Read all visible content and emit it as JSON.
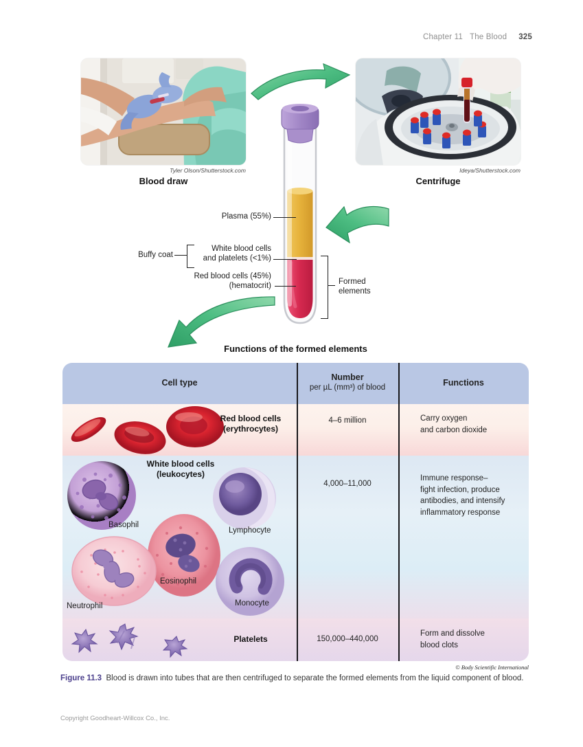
{
  "header": {
    "chapter": "Chapter 11",
    "section_title": "The Blood",
    "page_number": "325"
  },
  "photos": {
    "blood_draw": {
      "credit": "Tyler Olson/Shutterstock.com",
      "caption": "Blood draw"
    },
    "centrifuge": {
      "credit": "Ideya/Shutterstock.com",
      "caption": "Centrifuge"
    }
  },
  "tube": {
    "plasma_label": "Plasma (55%)",
    "buffy_coat_label": "Buffy coat",
    "buffy_detail": "White blood cells\nand platelets (<1%)",
    "rbc_label": "Red blood cells  (45%)\n(hematocrit)",
    "formed_elements_label": "Formed\nelements"
  },
  "table": {
    "title": "Functions of the formed elements",
    "col_cell_type": "Cell type",
    "col_number": "Number",
    "col_number_sub": "per µL (mm³) of blood",
    "col_functions": "Functions",
    "rows": [
      {
        "name": "Red blood cells\n(erythrocytes)",
        "number": "4–6 million",
        "functions": "Carry oxygen\nand carbon dioxide"
      },
      {
        "name": "White blood cells\n(leukocytes)",
        "number": "4,000–11,000",
        "functions": "Immune response–\nfight infection, produce\nantibodies, and intensify\ninflammatory response",
        "labels": {
          "basophil": "Basophil",
          "lymphocyte": "Lymphocyte",
          "eosinophil": "Eosinophil",
          "neutrophil": "Neutrophil",
          "monocyte": "Monocyte"
        }
      },
      {
        "name": "Platelets",
        "number": "150,000–440,000",
        "functions": "Form and dissolve\nblood clots"
      }
    ],
    "art_credit": "© Body Scientific International"
  },
  "figure_caption": {
    "label": "Figure 11.3",
    "text": "Blood is drawn into tubes that are then centrifuged to separate the formed elements from the liquid component of blood."
  },
  "footer": {
    "copyright": "Copyright Goodheart-Willcox Co., Inc."
  },
  "colors": {
    "accent_green": "#3fae74",
    "table_header_blue": "#b9c7e4",
    "figure_label_purple": "#4b3f8c",
    "plasma_yellow": "#e7b33c",
    "rbc_red": "#d62a50",
    "cap_purple": "#a88fc9"
  }
}
